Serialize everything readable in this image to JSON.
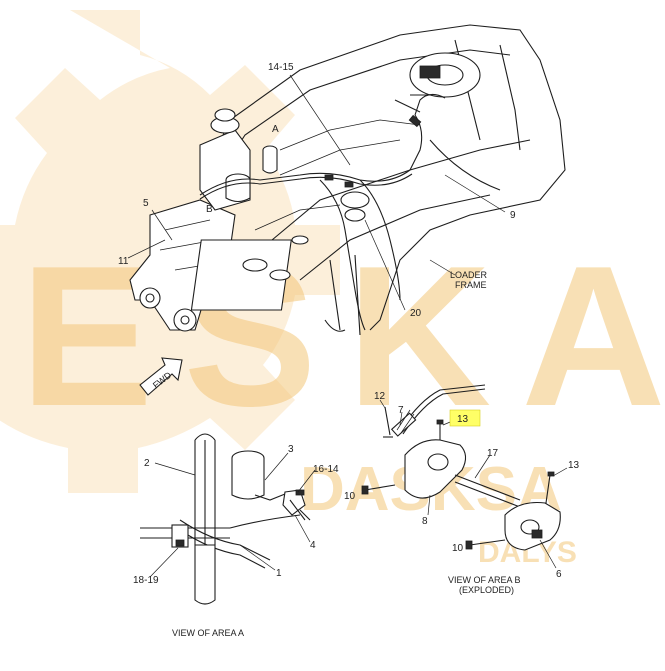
{
  "labels": {
    "p14_15": "14-15",
    "area_a": "A",
    "area_b": "B",
    "p5": "5",
    "p11": "11",
    "p9": "9",
    "p20": "20",
    "loader_frame_1": "LOADER",
    "loader_frame_2": "FRAME",
    "fwd": "FWD",
    "p12": "12",
    "p7": "7",
    "p13_highlight": "13",
    "p13": "13",
    "p2": "2",
    "p3": "3",
    "p16_14": "16-14",
    "p10a": "10",
    "p10b": "10",
    "p17": "17",
    "p8": "8",
    "p4": "4",
    "p1": "1",
    "p18_19": "18-19",
    "p6": "6"
  },
  "captions": {
    "view_a": "VIEW OF AREA A",
    "view_b_1": "VIEW OF AREA B",
    "view_b_2": "(EXPLODED)"
  },
  "watermark": {
    "main": "ESKA",
    "sub_1": "DASKSA",
    "sub_2": "DALYS"
  },
  "colors": {
    "highlight": "#ffff66",
    "watermark": "#f3c77a",
    "line": "#1e1e1e"
  }
}
